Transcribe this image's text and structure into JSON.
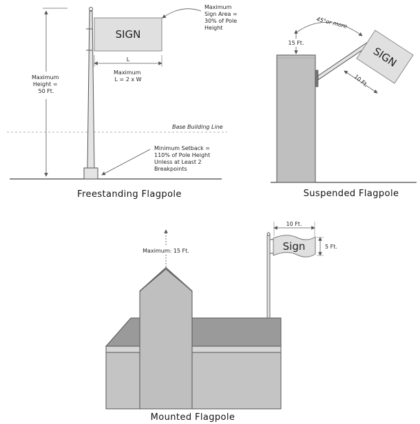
{
  "colors": {
    "pole": "#e4e4e4",
    "sign": "#e0e0e0",
    "wall": "#bfbfbf",
    "roof": "#9a9a9a",
    "line": "#555555",
    "dashed": "#999999",
    "text": "#222222"
  },
  "freestanding": {
    "caption": "Freestanding Flagpole",
    "sign_text": "SIGN",
    "max_area_note": [
      "Maximum",
      "Sign Area =",
      "30% of Pole",
      "Height"
    ],
    "length_label": "L",
    "max_length_note": [
      "Maximum",
      "L = 2 x W"
    ],
    "max_height_note": [
      "Maximum",
      "Height =",
      "50 Ft."
    ],
    "base_line_label": "Base Building Line",
    "setback_note": [
      "Minimum Setback =",
      "110% of Pole Height",
      "Unless at Least 2",
      "Breakpoints"
    ]
  },
  "suspended": {
    "caption": "Suspended Flagpole",
    "sign_text": "SIGN",
    "height_label": "15 Ft.",
    "angle_label": "45°or more",
    "length_label": "10 Ft."
  },
  "mounted": {
    "caption": "Mounted Flagpole",
    "sign_text": "Sign",
    "max_height_note": "Maximum: 15 Ft.",
    "width_label": "10 Ft.",
    "height_label": "5 Ft."
  }
}
